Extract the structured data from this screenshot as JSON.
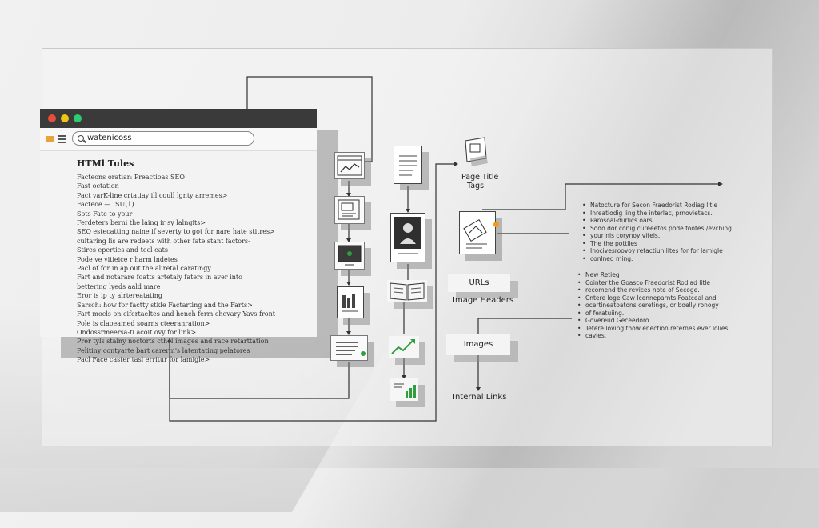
{
  "browser": {
    "address": "watenicoss",
    "title": "HTMl Tules",
    "lines": [
      "Facteons oratiar: Preactioas SEO",
      "Fast octation",
      "Pact varK-line crtatiay ill coull lgnty arremes>",
      "Facteoe — ISU(1)",
      "Sots Fate to your",
      "Ferdeters berni the laing ir sy lalngits>",
      "SEO estecatting naine if severty to got for nare hate stitres>",
      "cultaring lis are redeets with other fate stant factors-",
      "Stires eperties and tecl eats",
      "Pode ve vitieice r harm lndetes",
      "Pacl of for in ap out the aliretal caratingy",
      "Fart and notarare foatts artetaly faters in aver into",
      "bettering lyeds aald mare",
      "Eror is ip ty alrtereatating",
      "Sarsch: how for factty stkle Factarting and the Farts>",
      "Fart mocls on cifertaeltes and hench ferm chevary Yavs front",
      "Pole is claoeamed soarns cteeranration>",
      "Ondossrmeersa-ti acoit ovy for link>",
      "Prer tyls stainy noctorts cthel images and race retarttation",
      "Pelitiny contyarte bart carerm's latentating pelatores",
      "Pacl Face caster tasl erritur for lamigle>"
    ]
  },
  "labels": {
    "page_title_tags": [
      "Page Title",
      "Tags"
    ],
    "urls": "URLs",
    "image_headers": "Image Headers",
    "images": "Images",
    "internal_links": "Internal Links"
  },
  "notes_top": [
    "Natocture for Secon Fraedorist Rodiag litle",
    "Inreatiodig ling the interlac, prnovietacs.",
    "Parosoal-durlics oars.",
    "Sodo dor conig cureeetos pode footes /evching",
    "your nis corynoy vitels.",
    "The the pottlies",
    "Inocivesroovoy retactiun lites for for lamigle",
    "conlned ming."
  ],
  "notes_bottom": [
    "New Retieg",
    "Cointer the Goasco Fraedorist Rodiad litle",
    "recomend the revices note of Secoge.",
    "Cntere loge Caw Icenneparnts Foatceal and",
    "ocertineatoatons ceretings, or boelly ronogy",
    "of feratuiing.",
    "Govereud Geceedoro",
    "Tetere loving thow enection reternes ever lolies",
    "cavies."
  ],
  "colors": {
    "accent_green": "#2e9e3e",
    "accent_orange": "#f39c12",
    "titlebar": "#3a3a3a"
  }
}
